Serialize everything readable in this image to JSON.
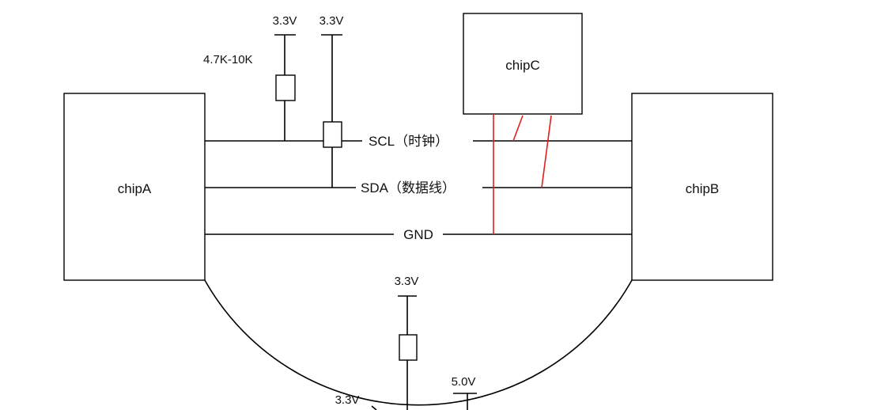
{
  "chips": {
    "a": "chipA",
    "b": "chipB",
    "c": "chipC"
  },
  "signals": {
    "scl": "SCL（时钟）",
    "sda": "SDA（数据线）",
    "gnd": "GND"
  },
  "power": {
    "top_left": "3.3V",
    "top_right": "3.3V",
    "bottom_center": "3.3V",
    "bottom_5v": "5.0V",
    "bottom_left_cut": "3.3V"
  },
  "resistor_value": "4.7K-10K"
}
